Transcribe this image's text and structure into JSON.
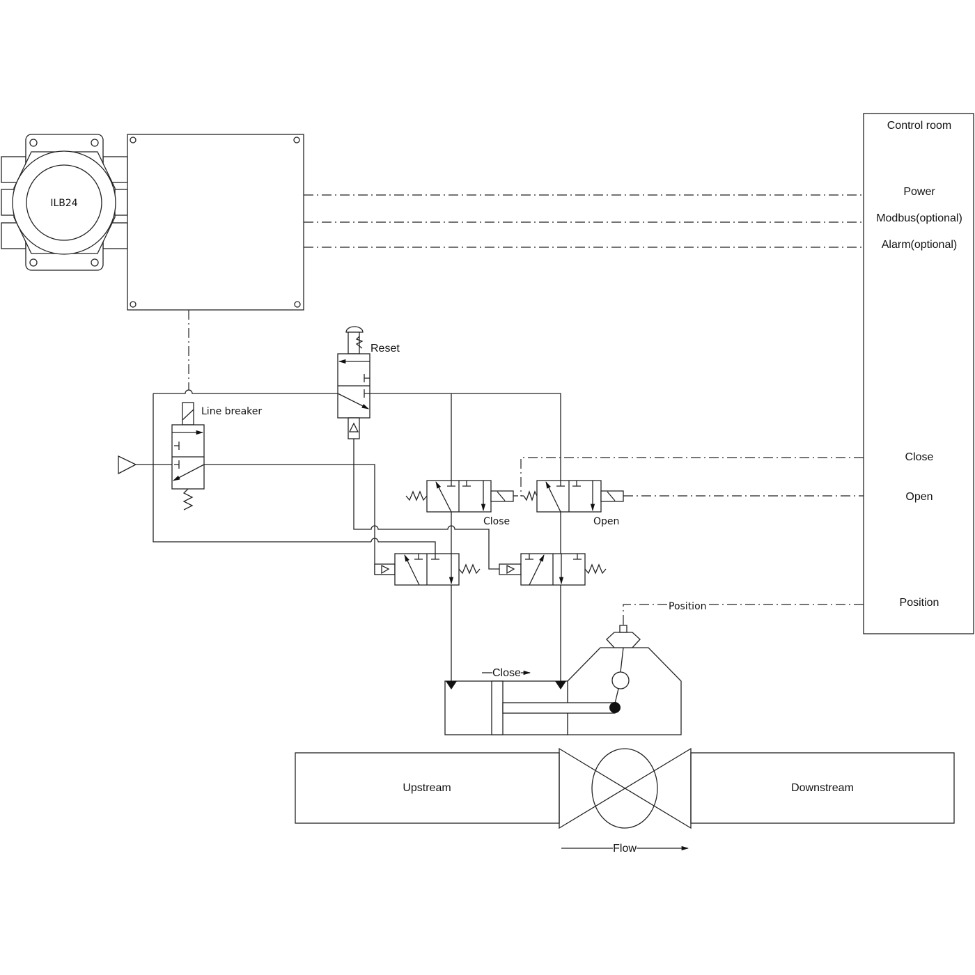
{
  "device": {
    "name": "ILB24"
  },
  "control_room": {
    "title": "Control room",
    "signals": [
      "Power",
      "Modbus(optional)",
      "Alarm(optional)",
      "Close",
      "Open",
      "Position"
    ]
  },
  "pneumatics": {
    "reset_label": "Reset",
    "line_breaker_label": "Line breaker",
    "close_valve_label": "Close",
    "open_valve_label": "Open",
    "position_label": "Position"
  },
  "actuator": {
    "direction_label": "Close"
  },
  "pipeline": {
    "upstream": "Upstream",
    "downstream": "Downstream",
    "flow": "Flow"
  }
}
